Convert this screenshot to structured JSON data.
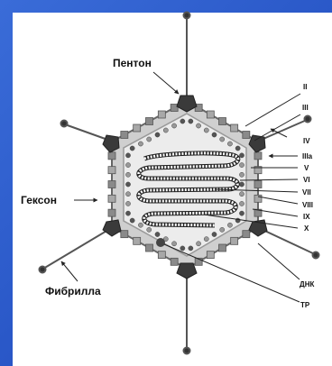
{
  "labels": {
    "penton": "Пентон",
    "hexon": "Гексон",
    "fibrilla": "Фибрилла",
    "ii": "II",
    "iii": "III",
    "iv": "IV",
    "iiia": "IIIa",
    "v": "V",
    "vi": "VI",
    "vii": "VII",
    "viii": "VIII",
    "ix": "IX",
    "x": "X",
    "dnk": "ДНК",
    "tp": "ТР"
  },
  "colors": {
    "background": "#2a58c8",
    "panel": "#ffffff",
    "capsid_fill": "#d0d0d0",
    "capsid_dark": "#555555",
    "inner_fill": "#f2f2f2"
  }
}
